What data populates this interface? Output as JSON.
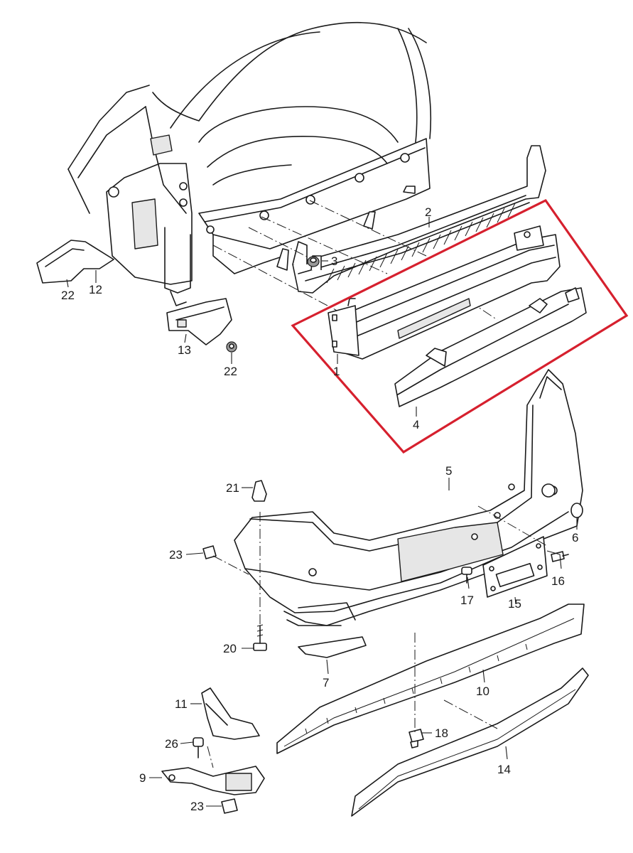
{
  "diagram": {
    "callouts": [
      {
        "id": "c1",
        "label": "1"
      },
      {
        "id": "c2",
        "label": "2"
      },
      {
        "id": "c3",
        "label": "3"
      },
      {
        "id": "c4",
        "label": "4"
      },
      {
        "id": "c5",
        "label": "5"
      },
      {
        "id": "c6",
        "label": "6"
      },
      {
        "id": "c7",
        "label": "7"
      },
      {
        "id": "c9",
        "label": "9"
      },
      {
        "id": "c10",
        "label": "10"
      },
      {
        "id": "c11",
        "label": "11"
      },
      {
        "id": "c12",
        "label": "12"
      },
      {
        "id": "c13",
        "label": "13"
      },
      {
        "id": "c14",
        "label": "14"
      },
      {
        "id": "c15",
        "label": "15"
      },
      {
        "id": "c16",
        "label": "16"
      },
      {
        "id": "c17",
        "label": "17"
      },
      {
        "id": "c18",
        "label": "18"
      },
      {
        "id": "c20",
        "label": "20"
      },
      {
        "id": "c21",
        "label": "21"
      },
      {
        "id": "c22a",
        "label": "22"
      },
      {
        "id": "c22b",
        "label": "22"
      },
      {
        "id": "c23a",
        "label": "23"
      },
      {
        "id": "c23b",
        "label": "23"
      },
      {
        "id": "c26",
        "label": "26"
      }
    ],
    "highlight_color": "#d6202e",
    "line_color": "#1a1a1a"
  }
}
